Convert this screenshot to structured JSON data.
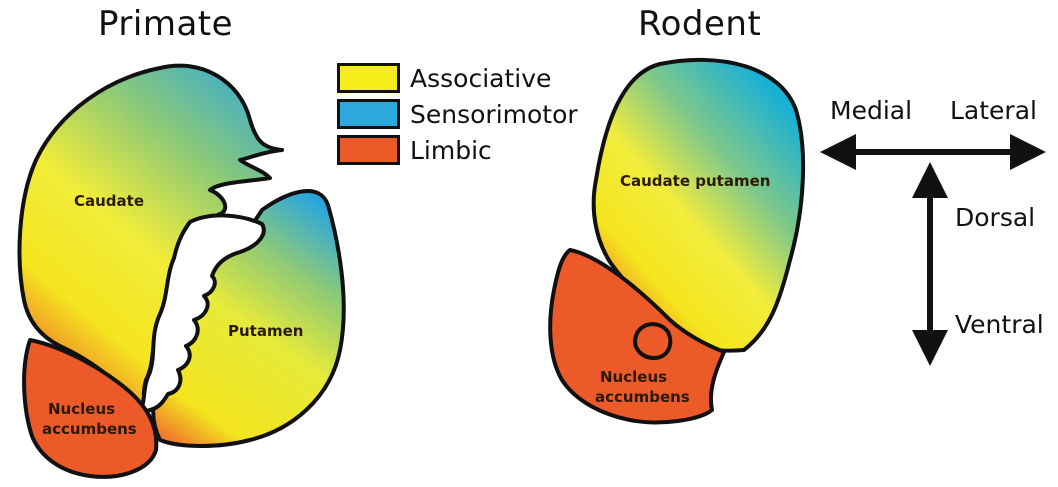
{
  "titles": {
    "primate": "Primate",
    "rodent": "Rodent"
  },
  "legend": [
    {
      "label": "Associative",
      "color": "#f5ec1a"
    },
    {
      "label": "Sensorimotor",
      "color": "#2ea9de"
    },
    {
      "label": "Limbic",
      "color": "#ec5a2a"
    }
  ],
  "primate_labels": {
    "caudate": "Caudate",
    "putamen": "Putamen",
    "nucleus_line1": "Nucleus",
    "nucleus_line2": "accumbens"
  },
  "rodent_labels": {
    "caudate_putamen": "Caudate putamen",
    "nucleus_line1": "Nucleus",
    "nucleus_line2": "accumbens"
  },
  "directions": {
    "medial": "Medial",
    "lateral": "Lateral",
    "dorsal": "Dorsal",
    "ventral": "Ventral"
  },
  "colors": {
    "outline": "#111111",
    "limbic": "#ec5a2a",
    "associative": "#f5ec1a",
    "sensorimotor": "#2ea9de"
  }
}
